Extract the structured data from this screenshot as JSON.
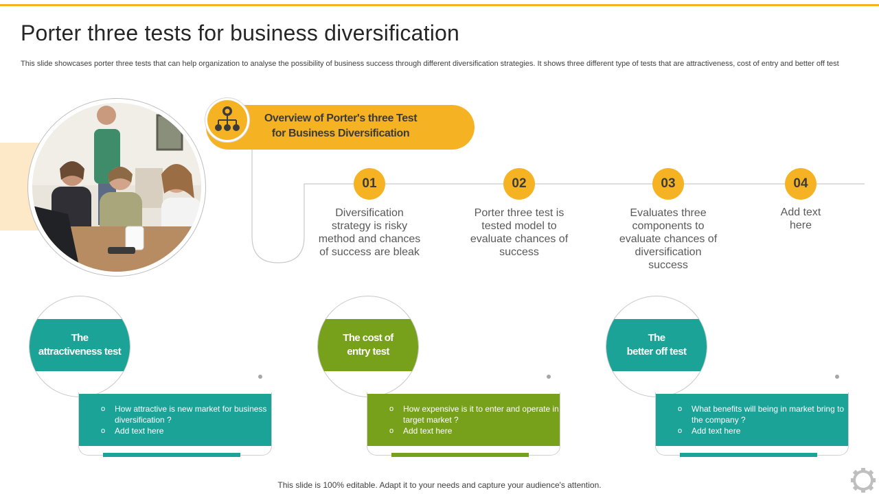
{
  "slide": {
    "title": "Porter three tests for business diversification",
    "subtitle": "This slide showcases porter three tests that can help organization to analyse the possibility of business success through different diversification strategies. It shows three different type of tests that are attractiveness, cost of entry and better off test",
    "footer": "This slide is 100% editable. Adapt it to your needs and capture your audience's attention."
  },
  "overview": {
    "line1": "Overview of Porter's three Test",
    "line2": "for Business Diversification",
    "icon": "hierarchy-icon"
  },
  "steps": [
    {
      "number": "01",
      "text": "Diversification strategy is risky method and chances of success are bleak"
    },
    {
      "number": "02",
      "text": "Porter three test is tested model to evaluate chances of success"
    },
    {
      "number": "03",
      "text": "Evaluates three components to evaluate chances of diversification success"
    },
    {
      "number": "04",
      "text": "Add text here"
    }
  ],
  "tests": [
    {
      "label_line1": "The",
      "label_line2": "attractiveness test",
      "color": "#1aa396",
      "bullets": [
        "How attractive is new market for business diversification ?",
        "Add text here"
      ]
    },
    {
      "label_line1": "The cost of",
      "label_line2": "entry test",
      "color": "#77a11b",
      "bullets": [
        "How expensive is it to enter and operate in target market ?",
        "Add text here"
      ]
    },
    {
      "label_line1": "The",
      "label_line2": "better off test",
      "color": "#1aa396",
      "bullets": [
        "What benefits will being in market bring to the company ?",
        "Add text here"
      ]
    }
  ],
  "colors": {
    "accent": "#f5b324",
    "teal": "#1aa396",
    "green": "#77a11b"
  }
}
